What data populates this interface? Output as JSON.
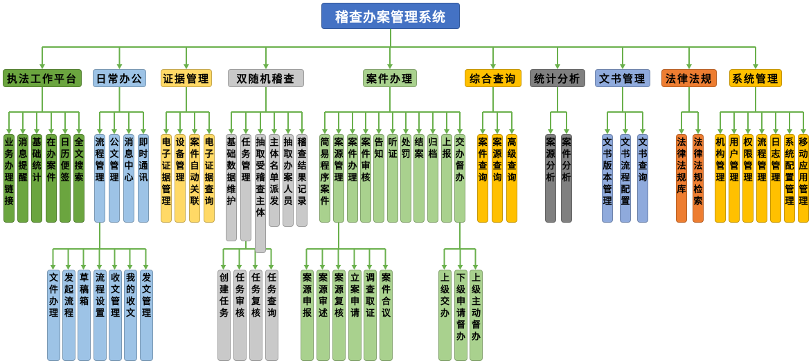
{
  "root": {
    "label": "稽查办案管理系统",
    "color": "#4472c4"
  },
  "line_color": "#6ab04c",
  "modules": [
    {
      "label": "执法工作平台",
      "color": "#6ba53f",
      "children": [
        {
          "label": "业务办理链接"
        },
        {
          "label": "消息提醒"
        },
        {
          "label": "基础统计"
        },
        {
          "label": "在办案件"
        },
        {
          "label": "日历便签"
        },
        {
          "label": "全文搜索"
        }
      ]
    },
    {
      "label": "日常办公",
      "color": "#9dc3e6",
      "children": [
        {
          "label": "流程管理",
          "children": [
            {
              "label": "文件办理"
            },
            {
              "label": "发起流程"
            },
            {
              "label": "草稿箱"
            },
            {
              "label": "流程设置"
            },
            {
              "label": "收文管理"
            },
            {
              "label": "我的收文"
            },
            {
              "label": "发文管理"
            }
          ]
        },
        {
          "label": "公文管理"
        },
        {
          "label": "消息中心"
        },
        {
          "label": "即时通讯"
        }
      ]
    },
    {
      "label": "证据管理",
      "color": "#ffd966",
      "children": [
        {
          "label": "电子证据管理"
        },
        {
          "label": "设备管理"
        },
        {
          "label": "案件自动关联"
        },
        {
          "label": "电子证据查询"
        }
      ]
    },
    {
      "label": "双随机稽查",
      "color": "#c9c9c9",
      "children": [
        {
          "label": "基础数据维护"
        },
        {
          "label": "任务管理",
          "children": [
            {
              "label": "创建任务"
            },
            {
              "label": "任务审核"
            },
            {
              "label": "任务复核"
            },
            {
              "label": "任务查询"
            }
          ]
        },
        {
          "label": "抽取受稽查主体"
        },
        {
          "label": "主体名单派发"
        },
        {
          "label": "抽取办案人员"
        },
        {
          "label": "稽查结果记录"
        }
      ]
    },
    {
      "label": "案件办理",
      "color": "#a9d18e",
      "children": [
        {
          "label": "简易程序案件"
        },
        {
          "label": "案源管理",
          "children": [
            {
              "label": "案源申报"
            },
            {
              "label": "案源审述"
            },
            {
              "label": "案源复核"
            },
            {
              "label": "立案申请"
            },
            {
              "label": "调查取证"
            },
            {
              "label": "案件合议"
            }
          ]
        },
        {
          "label": "案件办理"
        },
        {
          "label": "案件审核"
        },
        {
          "label": "告知"
        },
        {
          "label": "听证"
        },
        {
          "label": "处罚"
        },
        {
          "label": "结案"
        },
        {
          "label": "归档"
        },
        {
          "label": "上报"
        },
        {
          "label": "交办督办",
          "children": [
            {
              "label": "上级交办"
            },
            {
              "label": "下级申请督办"
            },
            {
              "label": "上级主动督办"
            }
          ]
        }
      ]
    },
    {
      "label": "综合查询",
      "color": "#ffc000",
      "children": [
        {
          "label": "案件查询"
        },
        {
          "label": "案源查询"
        },
        {
          "label": "高级查询"
        }
      ]
    },
    {
      "label": "统计分析",
      "color": "#808080",
      "children": [
        {
          "label": "案源分析"
        },
        {
          "label": "案件分析"
        }
      ]
    },
    {
      "label": "文书管理",
      "color": "#8faadc",
      "children": [
        {
          "label": "文书版本管理"
        },
        {
          "label": "文书流程配置"
        },
        {
          "label": "文书查询"
        }
      ]
    },
    {
      "label": "法律法规",
      "color": "#ed7d31",
      "children": [
        {
          "label": "法律法规库"
        },
        {
          "label": "法律法规检索"
        }
      ]
    },
    {
      "label": "系统管理",
      "color": "#ffc000",
      "children": [
        {
          "label": "机构管理"
        },
        {
          "label": "用户管理"
        },
        {
          "label": "权限管理"
        },
        {
          "label": "流程管理"
        },
        {
          "label": "日志管理"
        },
        {
          "label": "系统配置管理"
        },
        {
          "label": "移动应用管理"
        }
      ]
    }
  ]
}
